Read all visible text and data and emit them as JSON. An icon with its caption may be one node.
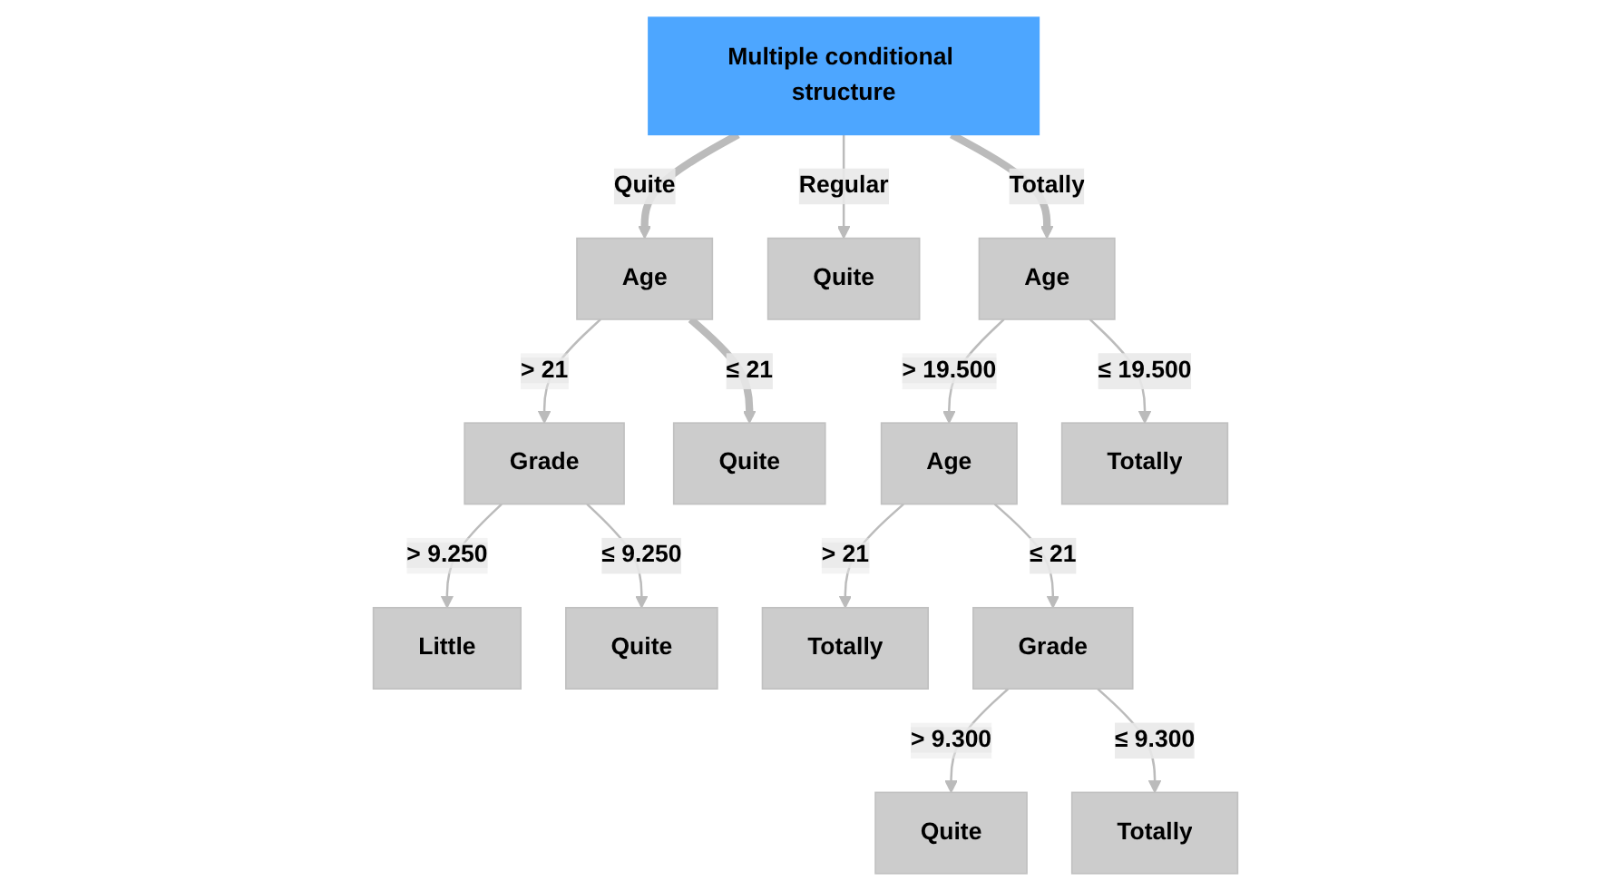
{
  "diagram": {
    "nodes": [
      {
        "text": [
          "Multiple conditional structure"
        ]
      },
      {
        "text": [
          "Age"
        ]
      },
      {
        "text": [
          "Quite"
        ]
      },
      {
        "text": [
          "Age"
        ]
      },
      {
        "text": [
          "Grade"
        ]
      },
      {
        "text": [
          "Quite"
        ]
      },
      {
        "text": [
          "Age"
        ]
      },
      {
        "text": [
          "Totally"
        ]
      },
      {
        "text": [
          "Little"
        ]
      },
      {
        "text": [
          "Quite"
        ]
      },
      {
        "text": [
          "Totally"
        ]
      },
      {
        "text": [
          "Grade"
        ]
      },
      {
        "text": [
          "Quite"
        ]
      },
      {
        "text": [
          "Totally"
        ]
      }
    ],
    "edges": [
      {
        "from": 0,
        "to": 1,
        "arrow": "to",
        "label": "Quite",
        "style": "thick"
      },
      {
        "from": 0,
        "to": 2,
        "arrow": "to",
        "label": "Regular"
      },
      {
        "from": 0,
        "to": 3,
        "arrow": "to",
        "label": "Totally",
        "style": "thick"
      },
      {
        "from": 1,
        "to": 4,
        "arrow": "to",
        "label": "> 21"
      },
      {
        "from": 1,
        "to": 5,
        "arrow": "to",
        "label": "≤ 21",
        "style": "thick"
      },
      {
        "from": 3,
        "to": 6,
        "arrow": "to",
        "label": "> 19.500"
      },
      {
        "from": 3,
        "to": 7,
        "arrow": "to",
        "label": "≤ 19.500"
      },
      {
        "from": 4,
        "to": 8,
        "arrow": "to",
        "label": "> 9.250"
      },
      {
        "from": 4,
        "to": 9,
        "arrow": "to",
        "label": "≤ 9.250"
      },
      {
        "from": 6,
        "to": 10,
        "arrow": "to",
        "label": "> 21"
      },
      {
        "from": 6,
        "to": 11,
        "arrow": "to",
        "label": "≤ 21"
      },
      {
        "from": 11,
        "to": 12,
        "arrow": "to",
        "label": "> 9.300"
      },
      {
        "from": 11,
        "to": 13,
        "arrow": "to",
        "label": "≤ 9.300"
      }
    ]
  }
}
